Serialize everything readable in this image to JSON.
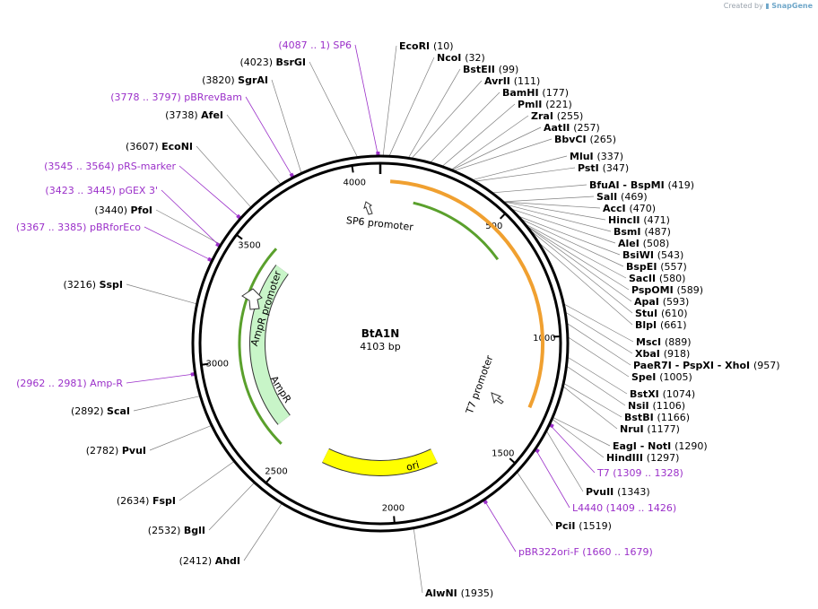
{
  "watermark": {
    "prefix": "Created by",
    "brand": "SnapGene"
  },
  "plasmid": {
    "name": "BtA1N",
    "size_label": "4103 bp",
    "length": 4103
  },
  "ticks": [
    "500",
    "1000",
    "1500",
    "2000",
    "2500",
    "3000",
    "3500",
    "4000"
  ],
  "features": [
    {
      "name": "SP6 promoter",
      "start": 4087,
      "end": 1,
      "dir": "fwd",
      "type": "promoter"
    },
    {
      "name": "T7 promoter",
      "start": 1309,
      "end": 1328,
      "dir": "rev",
      "type": "promoter"
    },
    {
      "name": "AmpR promoter",
      "start": 3500,
      "end": 3604,
      "dir": "fwd",
      "type": "promoter"
    },
    {
      "name": "AmpR",
      "start": 2639,
      "end": 3499,
      "dir": "rev",
      "type": "cds"
    },
    {
      "name": "ori",
      "start": 1760,
      "end": 2348,
      "dir": "rev",
      "type": "ori"
    }
  ],
  "enzymes_right": [
    {
      "name": "EcoRI",
      "pos": "(10)"
    },
    {
      "name": "NcoI",
      "pos": "(32)"
    },
    {
      "name": "BstEII",
      "pos": "(99)"
    },
    {
      "name": "AvrII",
      "pos": "(111)"
    },
    {
      "name": "BamHI",
      "pos": "(177)"
    },
    {
      "name": "PmlI",
      "pos": "(221)"
    },
    {
      "name": "ZraI",
      "pos": "(255)"
    },
    {
      "name": "AatII",
      "pos": "(257)"
    },
    {
      "name": "BbvCI",
      "pos": "(265)"
    },
    {
      "name": "MluI",
      "pos": "(337)"
    },
    {
      "name": "PstI",
      "pos": "(347)"
    },
    {
      "name": "BfuAI  - BspMI",
      "pos": "(419)"
    },
    {
      "name": "SalI",
      "pos": "(469)"
    },
    {
      "name": "AccI",
      "pos": "(470)"
    },
    {
      "name": "HincII",
      "pos": "(471)"
    },
    {
      "name": "BsmI",
      "pos": "(487)"
    },
    {
      "name": "AleI",
      "pos": "(508)"
    },
    {
      "name": "BsiWI",
      "pos": "(543)"
    },
    {
      "name": "BspEI",
      "pos": "(557)"
    },
    {
      "name": "SacII",
      "pos": "(580)"
    },
    {
      "name": "PspOMI",
      "pos": "(589)"
    },
    {
      "name": "ApaI",
      "pos": "(593)"
    },
    {
      "name": "StuI",
      "pos": "(610)"
    },
    {
      "name": "BlpI",
      "pos": "(661)"
    },
    {
      "name": "MscI",
      "pos": "(889)"
    },
    {
      "name": "XbaI",
      "pos": "(918)"
    },
    {
      "name": "PaeR7I  - PspXI  - XhoI",
      "pos": "(957)"
    },
    {
      "name": "SpeI",
      "pos": "(1005)"
    },
    {
      "name": "BstXI",
      "pos": "(1074)"
    },
    {
      "name": "NsiI",
      "pos": "(1106)"
    },
    {
      "name": "BstBI",
      "pos": "(1166)"
    },
    {
      "name": "NruI",
      "pos": "(1177)"
    },
    {
      "name": "EagI  - NotI",
      "pos": "(1290)"
    },
    {
      "name": "HindIII",
      "pos": "(1297)"
    },
    {
      "name": "PvuII",
      "pos": "(1343)"
    },
    {
      "name": "PciI",
      "pos": "(1519)"
    },
    {
      "name": "AlwNI",
      "pos": "(1935)"
    }
  ],
  "enzymes_left": [
    {
      "name": "BsrGI",
      "pos": "(4023)"
    },
    {
      "name": "SgrAI",
      "pos": "(3820)"
    },
    {
      "name": "AfeI",
      "pos": "(3738)"
    },
    {
      "name": "EcoNI",
      "pos": "(3607)"
    },
    {
      "name": "PfoI",
      "pos": "(3440)"
    },
    {
      "name": "SspI",
      "pos": "(3216)"
    },
    {
      "name": "ScaI",
      "pos": "(2892)"
    },
    {
      "name": "PvuI",
      "pos": "(2782)"
    },
    {
      "name": "FspI",
      "pos": "(2634)"
    },
    {
      "name": "BglI",
      "pos": "(2532)"
    },
    {
      "name": "AhdI",
      "pos": "(2412)"
    }
  ],
  "primers": [
    {
      "text": "(4087 .. 1)  SP6",
      "at": 4095
    },
    {
      "text": "(3778 .. 3797)  pBRrevBam",
      "at": 3787
    },
    {
      "text": "(3545 .. 3564)  pRS-marker",
      "at": 3554
    },
    {
      "text": "(3423 .. 3445)  pGEX 3'",
      "at": 3434
    },
    {
      "text": "(3367 .. 3385)  pBRforEco",
      "at": 3376
    },
    {
      "text": "(2962 .. 2981)  Amp-R",
      "at": 2971
    },
    {
      "text": "T7   (1309 .. 1328)",
      "at": 1318
    },
    {
      "text": "L4440   (1409 .. 1426)",
      "at": 1417
    },
    {
      "text": "pBR322ori-F   (1660 .. 1679)",
      "at": 1669
    }
  ],
  "colors": {
    "backbone": "#000000",
    "primer": "#9b30c9",
    "leader": "#808080",
    "mcs_arc": "#f0a030",
    "green_arc": "#5aa02c",
    "ampr_fill": "#c8f5c8",
    "ori_fill": "#ffff00"
  }
}
